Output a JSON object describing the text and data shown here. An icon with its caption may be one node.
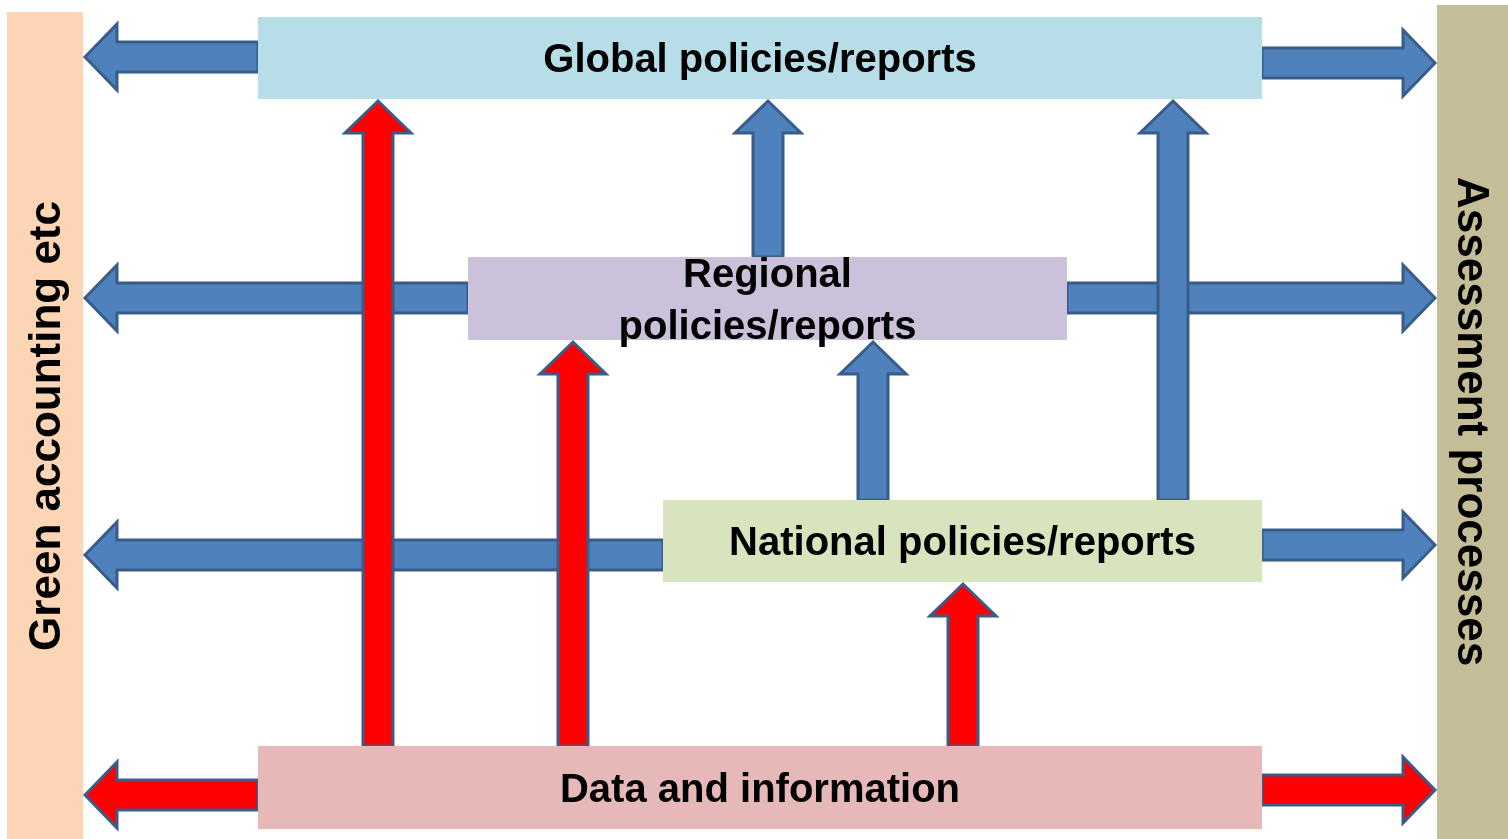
{
  "diagram": {
    "nodes": [
      {
        "text": [
          "Green accounting etc"
        ]
      },
      {
        "text": [
          "Global policies/reports"
        ]
      },
      {
        "text": [
          "Regional policies/reports"
        ]
      },
      {
        "text": [
          "National policies/reports"
        ]
      },
      {
        "text": [
          "Data and information"
        ]
      },
      {
        "text": [
          "Assessment processes"
        ]
      }
    ],
    "edges": [
      {
        "from": 1,
        "to": 0,
        "arrow": "to"
      },
      {
        "from": 1,
        "to": 5,
        "arrow": "to"
      },
      {
        "from": 2,
        "to": 1,
        "arrow": "to"
      },
      {
        "from": 2,
        "to": 0,
        "arrow": "to"
      },
      {
        "from": 2,
        "to": 5,
        "arrow": "to"
      },
      {
        "from": 3,
        "to": 2,
        "arrow": "to"
      },
      {
        "from": 3,
        "to": 1,
        "arrow": "to"
      },
      {
        "from": 3,
        "to": 0,
        "arrow": "to"
      },
      {
        "from": 3,
        "to": 5,
        "arrow": "to"
      },
      {
        "from": 4,
        "to": 3,
        "arrow": "to",
        "color": "#ff0000"
      },
      {
        "from": 4,
        "to": 2,
        "arrow": "to",
        "color": "#ff0000"
      },
      {
        "from": 4,
        "to": 1,
        "arrow": "to",
        "color": "#ff0000"
      },
      {
        "from": 4,
        "to": 0,
        "arrow": "to",
        "color": "#ff0000"
      },
      {
        "from": 4,
        "to": 5,
        "arrow": "to",
        "color": "#ff0000"
      }
    ]
  }
}
